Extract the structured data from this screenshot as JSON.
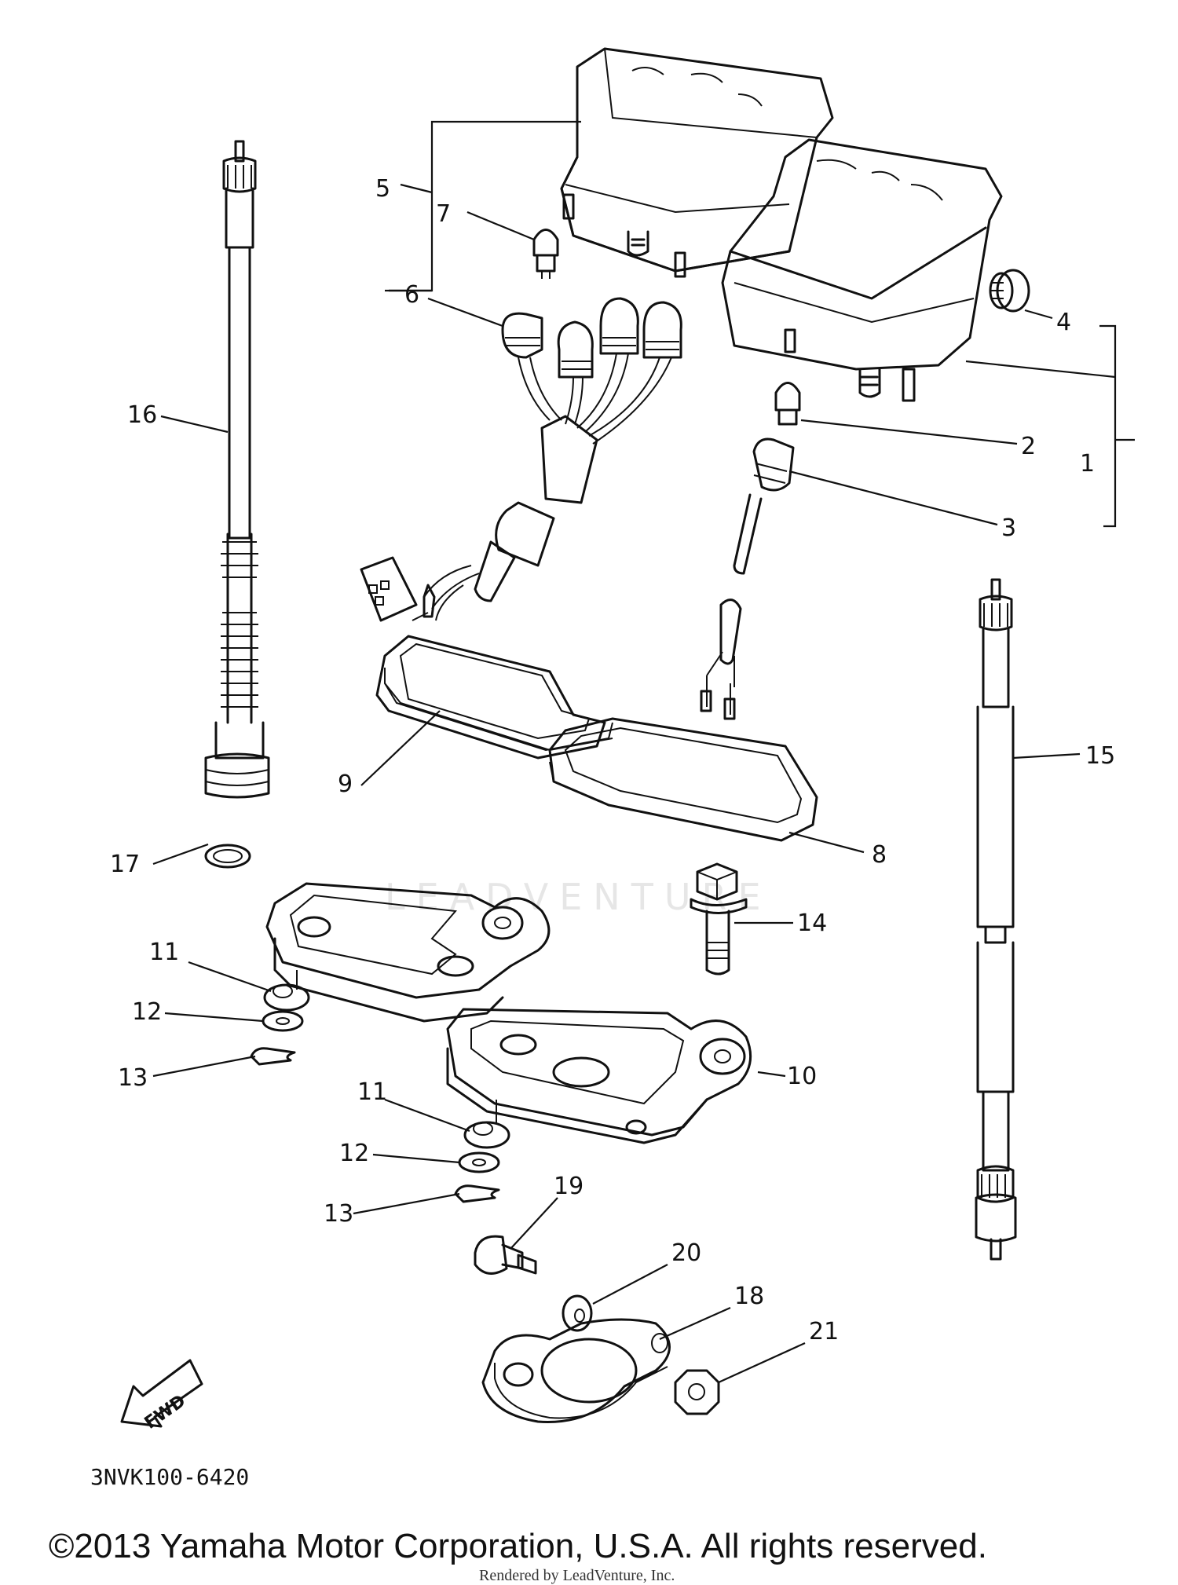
{
  "diagram": {
    "callouts": [
      {
        "id": "1",
        "text": "1"
      },
      {
        "id": "2",
        "text": "2"
      },
      {
        "id": "3",
        "text": "3"
      },
      {
        "id": "4",
        "text": "4"
      },
      {
        "id": "5",
        "text": "5"
      },
      {
        "id": "6",
        "text": "6"
      },
      {
        "id": "7",
        "text": "7"
      },
      {
        "id": "8",
        "text": "8"
      },
      {
        "id": "9",
        "text": "9"
      },
      {
        "id": "10",
        "text": "10"
      },
      {
        "id": "11a",
        "text": "11"
      },
      {
        "id": "11b",
        "text": "11"
      },
      {
        "id": "12a",
        "text": "12"
      },
      {
        "id": "12b",
        "text": "12"
      },
      {
        "id": "13a",
        "text": "13"
      },
      {
        "id": "13b",
        "text": "13"
      },
      {
        "id": "14",
        "text": "14"
      },
      {
        "id": "15",
        "text": "15"
      },
      {
        "id": "16",
        "text": "16"
      },
      {
        "id": "17",
        "text": "17"
      },
      {
        "id": "18",
        "text": "18"
      },
      {
        "id": "19",
        "text": "19"
      },
      {
        "id": "20",
        "text": "20"
      },
      {
        "id": "21",
        "text": "21"
      }
    ],
    "direction_arrow": "FWD",
    "diagram_code": "3NVK100-6420",
    "watermark": "LEADVENTURE"
  },
  "footer": {
    "copyright": "©2013 Yamaha Motor Corporation, U.S.A. All rights reserved.",
    "rendered_by": "Rendered by LeadVenture, Inc."
  }
}
